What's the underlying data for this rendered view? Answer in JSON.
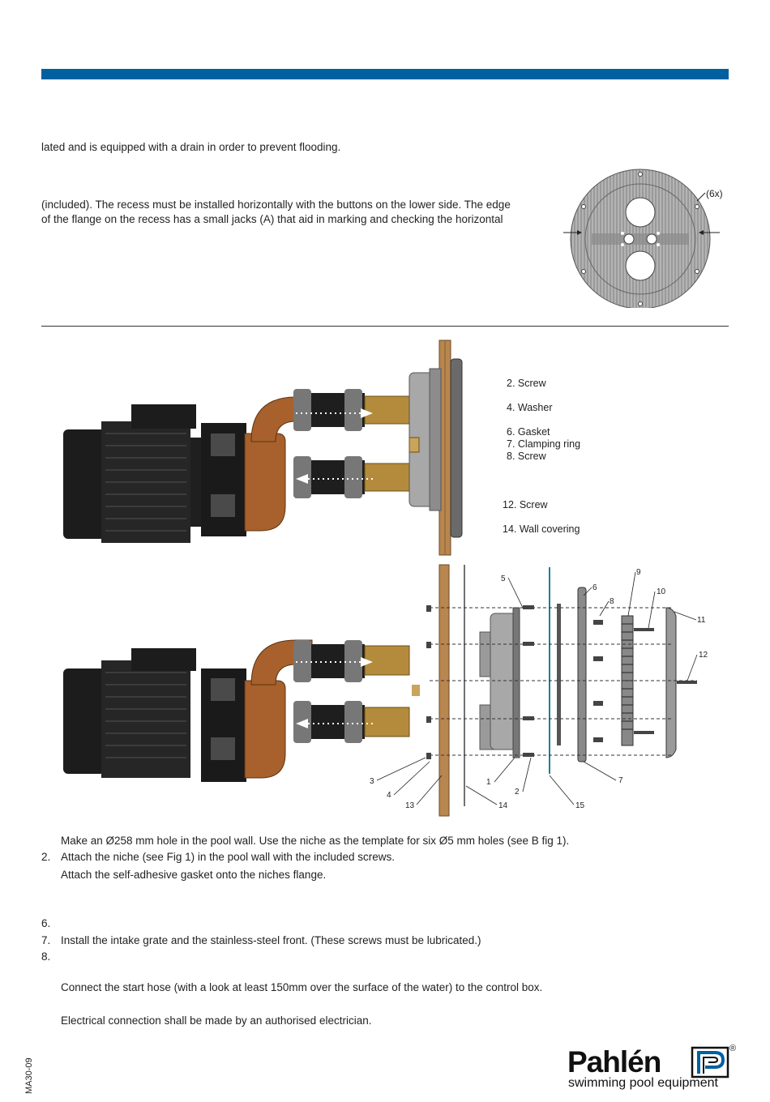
{
  "intro": {
    "line1": "lated and is equipped with a drain in order to prevent flooding.",
    "line2": "(included). The recess must be installed horizontally with the buttons on the lower side. The edge",
    "line3": "of the flange on the recess has a small jacks (A) that aid in marking and checking the horizontal"
  },
  "flange_figure": {
    "callout": "(6x)"
  },
  "legend": {
    "items": [
      "2. Screw",
      "4. Washer",
      "6. Gasket",
      "7. Clamping ring",
      "8. Screw",
      "12. Screw",
      "14. Wall covering"
    ]
  },
  "exploded_labels": [
    "1",
    "2",
    "3",
    "4",
    "5",
    "6",
    "7",
    "8",
    "9",
    "10",
    "11",
    "12",
    "13",
    "14",
    "15"
  ],
  "steps": [
    {
      "num": "",
      "text": "Make an Ø258 mm hole in the pool wall. Use the niche as the template for six Ø5 mm holes (see B fig 1)."
    },
    {
      "num": "2.",
      "text": "Attach the niche (see Fig 1) in the pool wall with the included screws."
    },
    {
      "num": "",
      "text": "Attach the self-adhesive gasket onto the niches flange."
    },
    {
      "num": "6.",
      "text": ""
    },
    {
      "num": "7.",
      "text": "Install the intake grate and the stainless-steel front. (These screws must be lubricated.)"
    },
    {
      "num": "8.",
      "text": ""
    },
    {
      "num": "",
      "text": "Connect the start hose (with a look at least 150mm over the surface of the water) to the control box."
    },
    {
      "num": "",
      "text": "Electrical connection shall be made by an authorised electrician."
    }
  ],
  "footer": {
    "doc_id": "MA30-09",
    "brand": "Pahlén",
    "tagline": "swimming pool equipment",
    "registered": "®"
  },
  "colors": {
    "brand_blue": "#0060a0",
    "copper": "#a8612c",
    "motor": "#1c1c1c"
  }
}
